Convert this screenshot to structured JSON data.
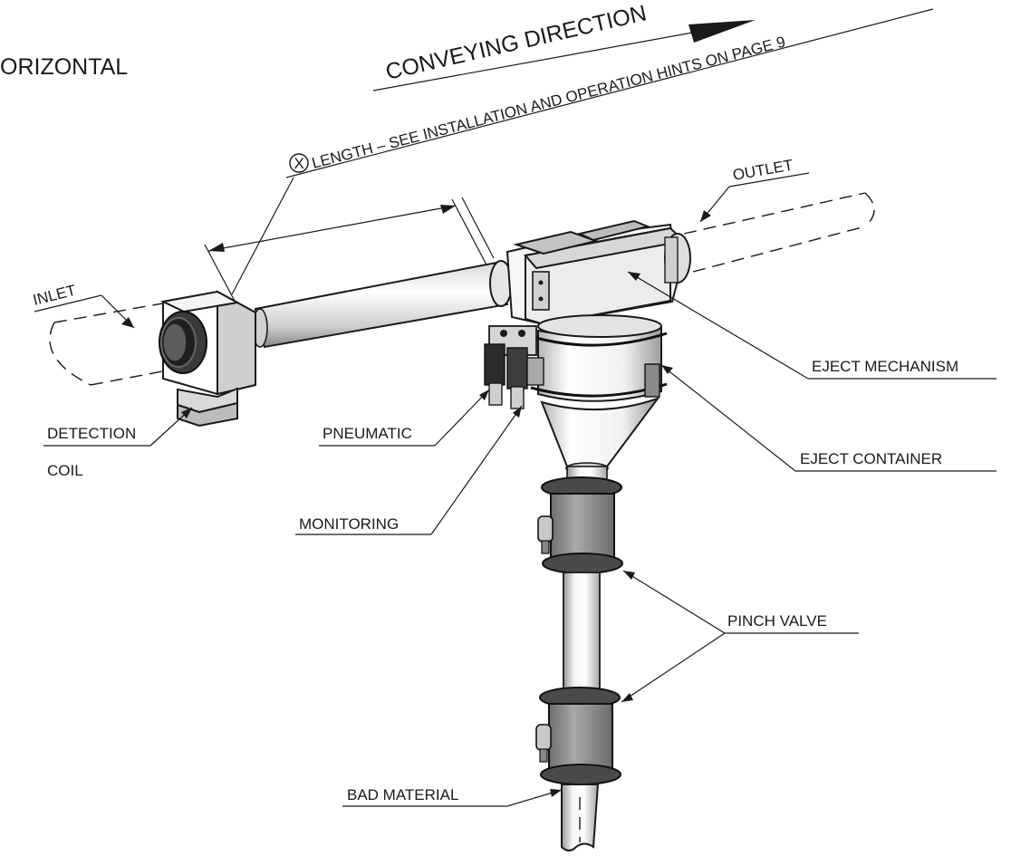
{
  "title_fragment": "ORIZONTAL",
  "direction": {
    "label": "CONVEYING DIRECTION"
  },
  "length_note": {
    "symbol": "X",
    "label": "LENGTH – SEE INSTALLATION AND OPERATION HINTS ON PAGE 9"
  },
  "labels": {
    "inlet": "INLET",
    "outlet": "OUTLET",
    "detection_line1": "DETECTION",
    "detection_line2": "COIL",
    "pneumatic": "PNEUMATIC",
    "monitoring": "MONITORING",
    "eject_mechanism": "EJECT MECHANISM",
    "eject_container": "EJECT CONTAINER",
    "pinch_valve": "PINCH VALVE",
    "bad_material": "BAD MATERIAL"
  },
  "colors": {
    "line": "#1a1a1a",
    "metal_light": "#f2f2f2",
    "metal_mid": "#c8c8c8",
    "metal_dark": "#7d7d7d",
    "valve": "#8f8f8f"
  }
}
